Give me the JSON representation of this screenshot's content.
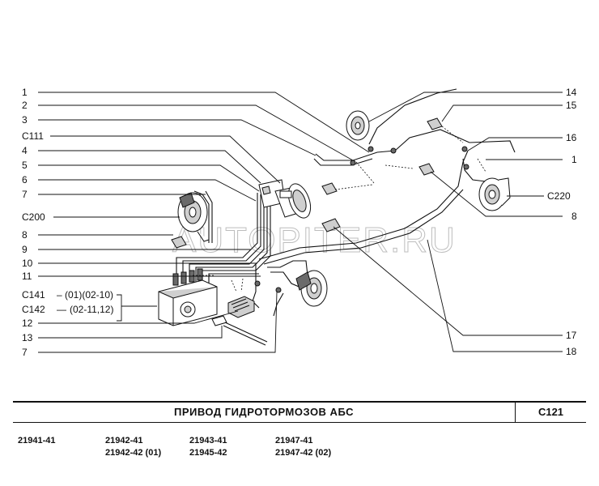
{
  "callouts_left": [
    "1",
    "2",
    "3",
    "C111",
    "4",
    "5",
    "6",
    "7",
    "C200",
    "8",
    "9",
    "10",
    "11",
    "C141",
    "C142",
    "12",
    "13",
    "7"
  ],
  "callouts_right": [
    "14",
    "15",
    "16",
    "1",
    "C220",
    "8",
    "17",
    "18"
  ],
  "c141_suffix": "(01)(02-10)",
  "c142_suffix": "(02-11,12)",
  "watermark": "AUTOPITER.RU",
  "title": "ПРИВОД  ГИДРОТОРМОЗОВ  АБС",
  "sheet_code": "C121",
  "models": {
    "col1": [
      "21941-41"
    ],
    "col2": [
      "21942-41",
      "21942-42 (01)"
    ],
    "col3": [
      "21943-41",
      "21945-42"
    ],
    "col4": [
      "21947-41",
      "21947-42 (02)"
    ]
  }
}
